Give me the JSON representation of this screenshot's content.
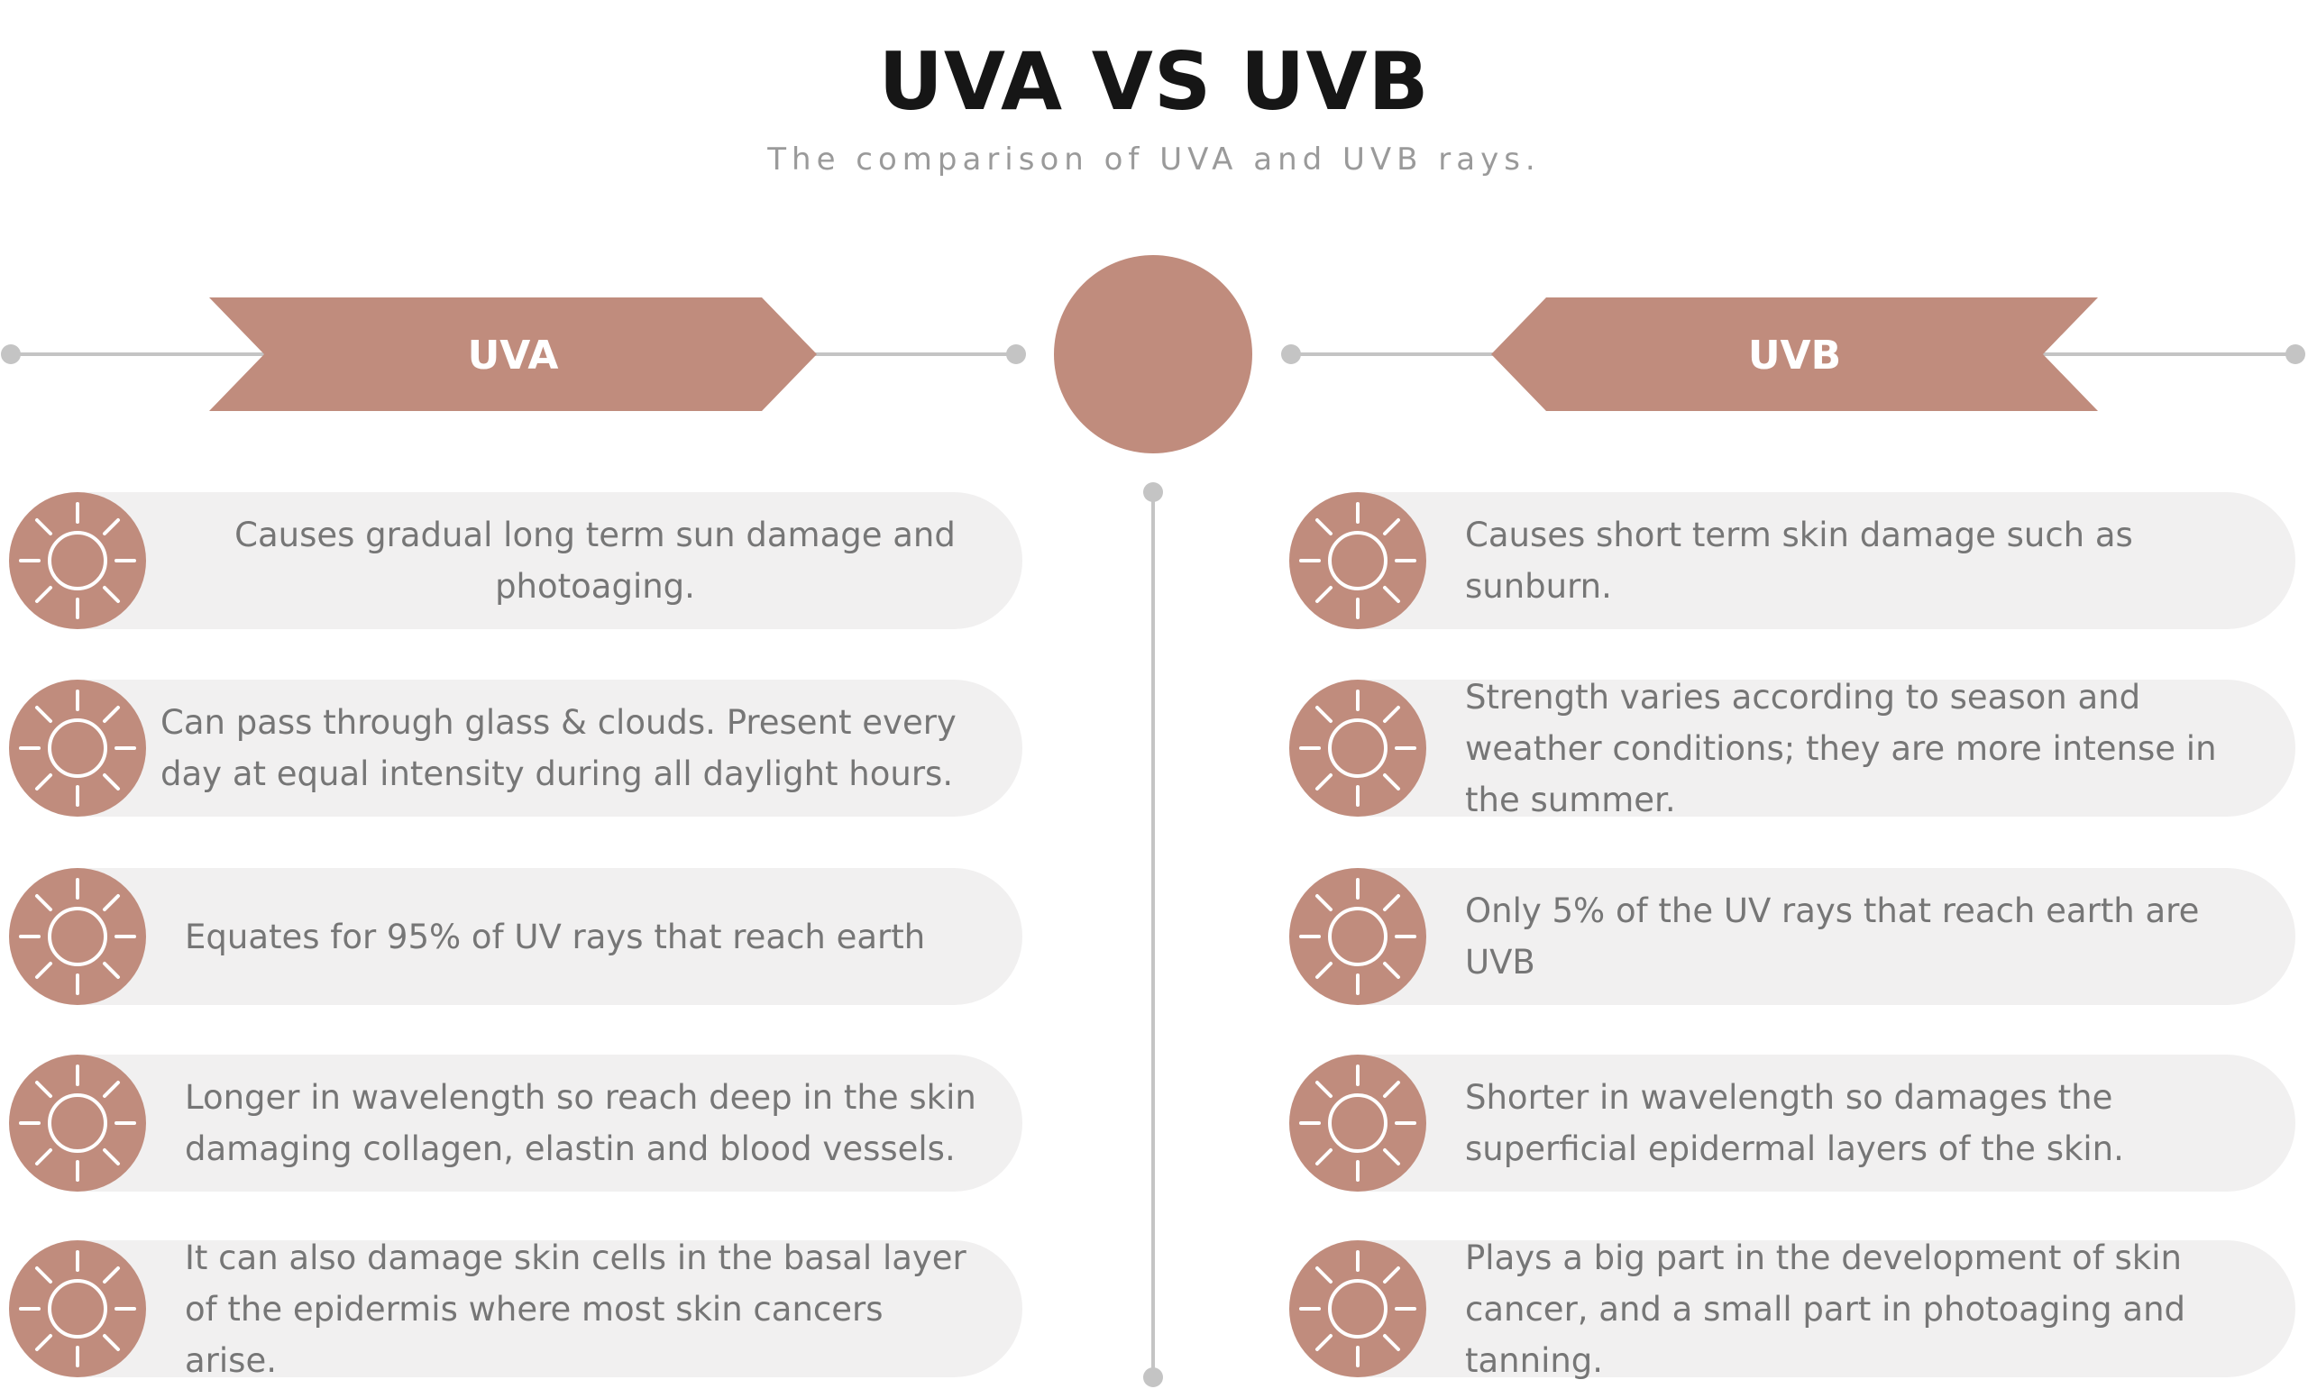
{
  "header": {
    "title": "UVA VS UVB",
    "subtitle": "The comparison of UVA and UVB rays."
  },
  "colors": {
    "accent": "#c08c7d",
    "pill_background": "#f1f0f0",
    "line": "#c4c4c4",
    "text": "#767676"
  },
  "uva": {
    "label": "UVA",
    "items": [
      {
        "icon": "sun-icon",
        "text": "Causes gradual long term sun damage and photoaging."
      },
      {
        "icon": "sun-icon",
        "text": "Can pass through glass & clouds. Present every day at equal intensity during all daylight hours."
      },
      {
        "icon": "sun-icon",
        "text": "Equates for 95% of UV rays that reach earth"
      },
      {
        "icon": "sun-icon",
        "text": "Longer in wavelength so reach deep in the skin damaging collagen, elastin and blood vessels."
      },
      {
        "icon": "sun-icon",
        "text": "It can also damage skin cells in the basal layer of the epidermis where most skin cancers arise."
      }
    ]
  },
  "uvb": {
    "label": "UVB",
    "items": [
      {
        "icon": "sun-icon",
        "text": "Causes short term skin damage such as sunburn."
      },
      {
        "icon": "sun-icon",
        "text": "Strength varies according to season and weather conditions; they are more intense in the summer."
      },
      {
        "icon": "sun-icon",
        "text": "Only 5% of the UV rays that reach earth are UVB"
      },
      {
        "icon": "sun-icon",
        "text": "Shorter in wavelength so damages the superficial epidermal layers of the skin."
      },
      {
        "icon": "sun-icon",
        "text": "Plays a big part in the development of skin cancer, and a small part in photoaging and tanning."
      }
    ]
  }
}
